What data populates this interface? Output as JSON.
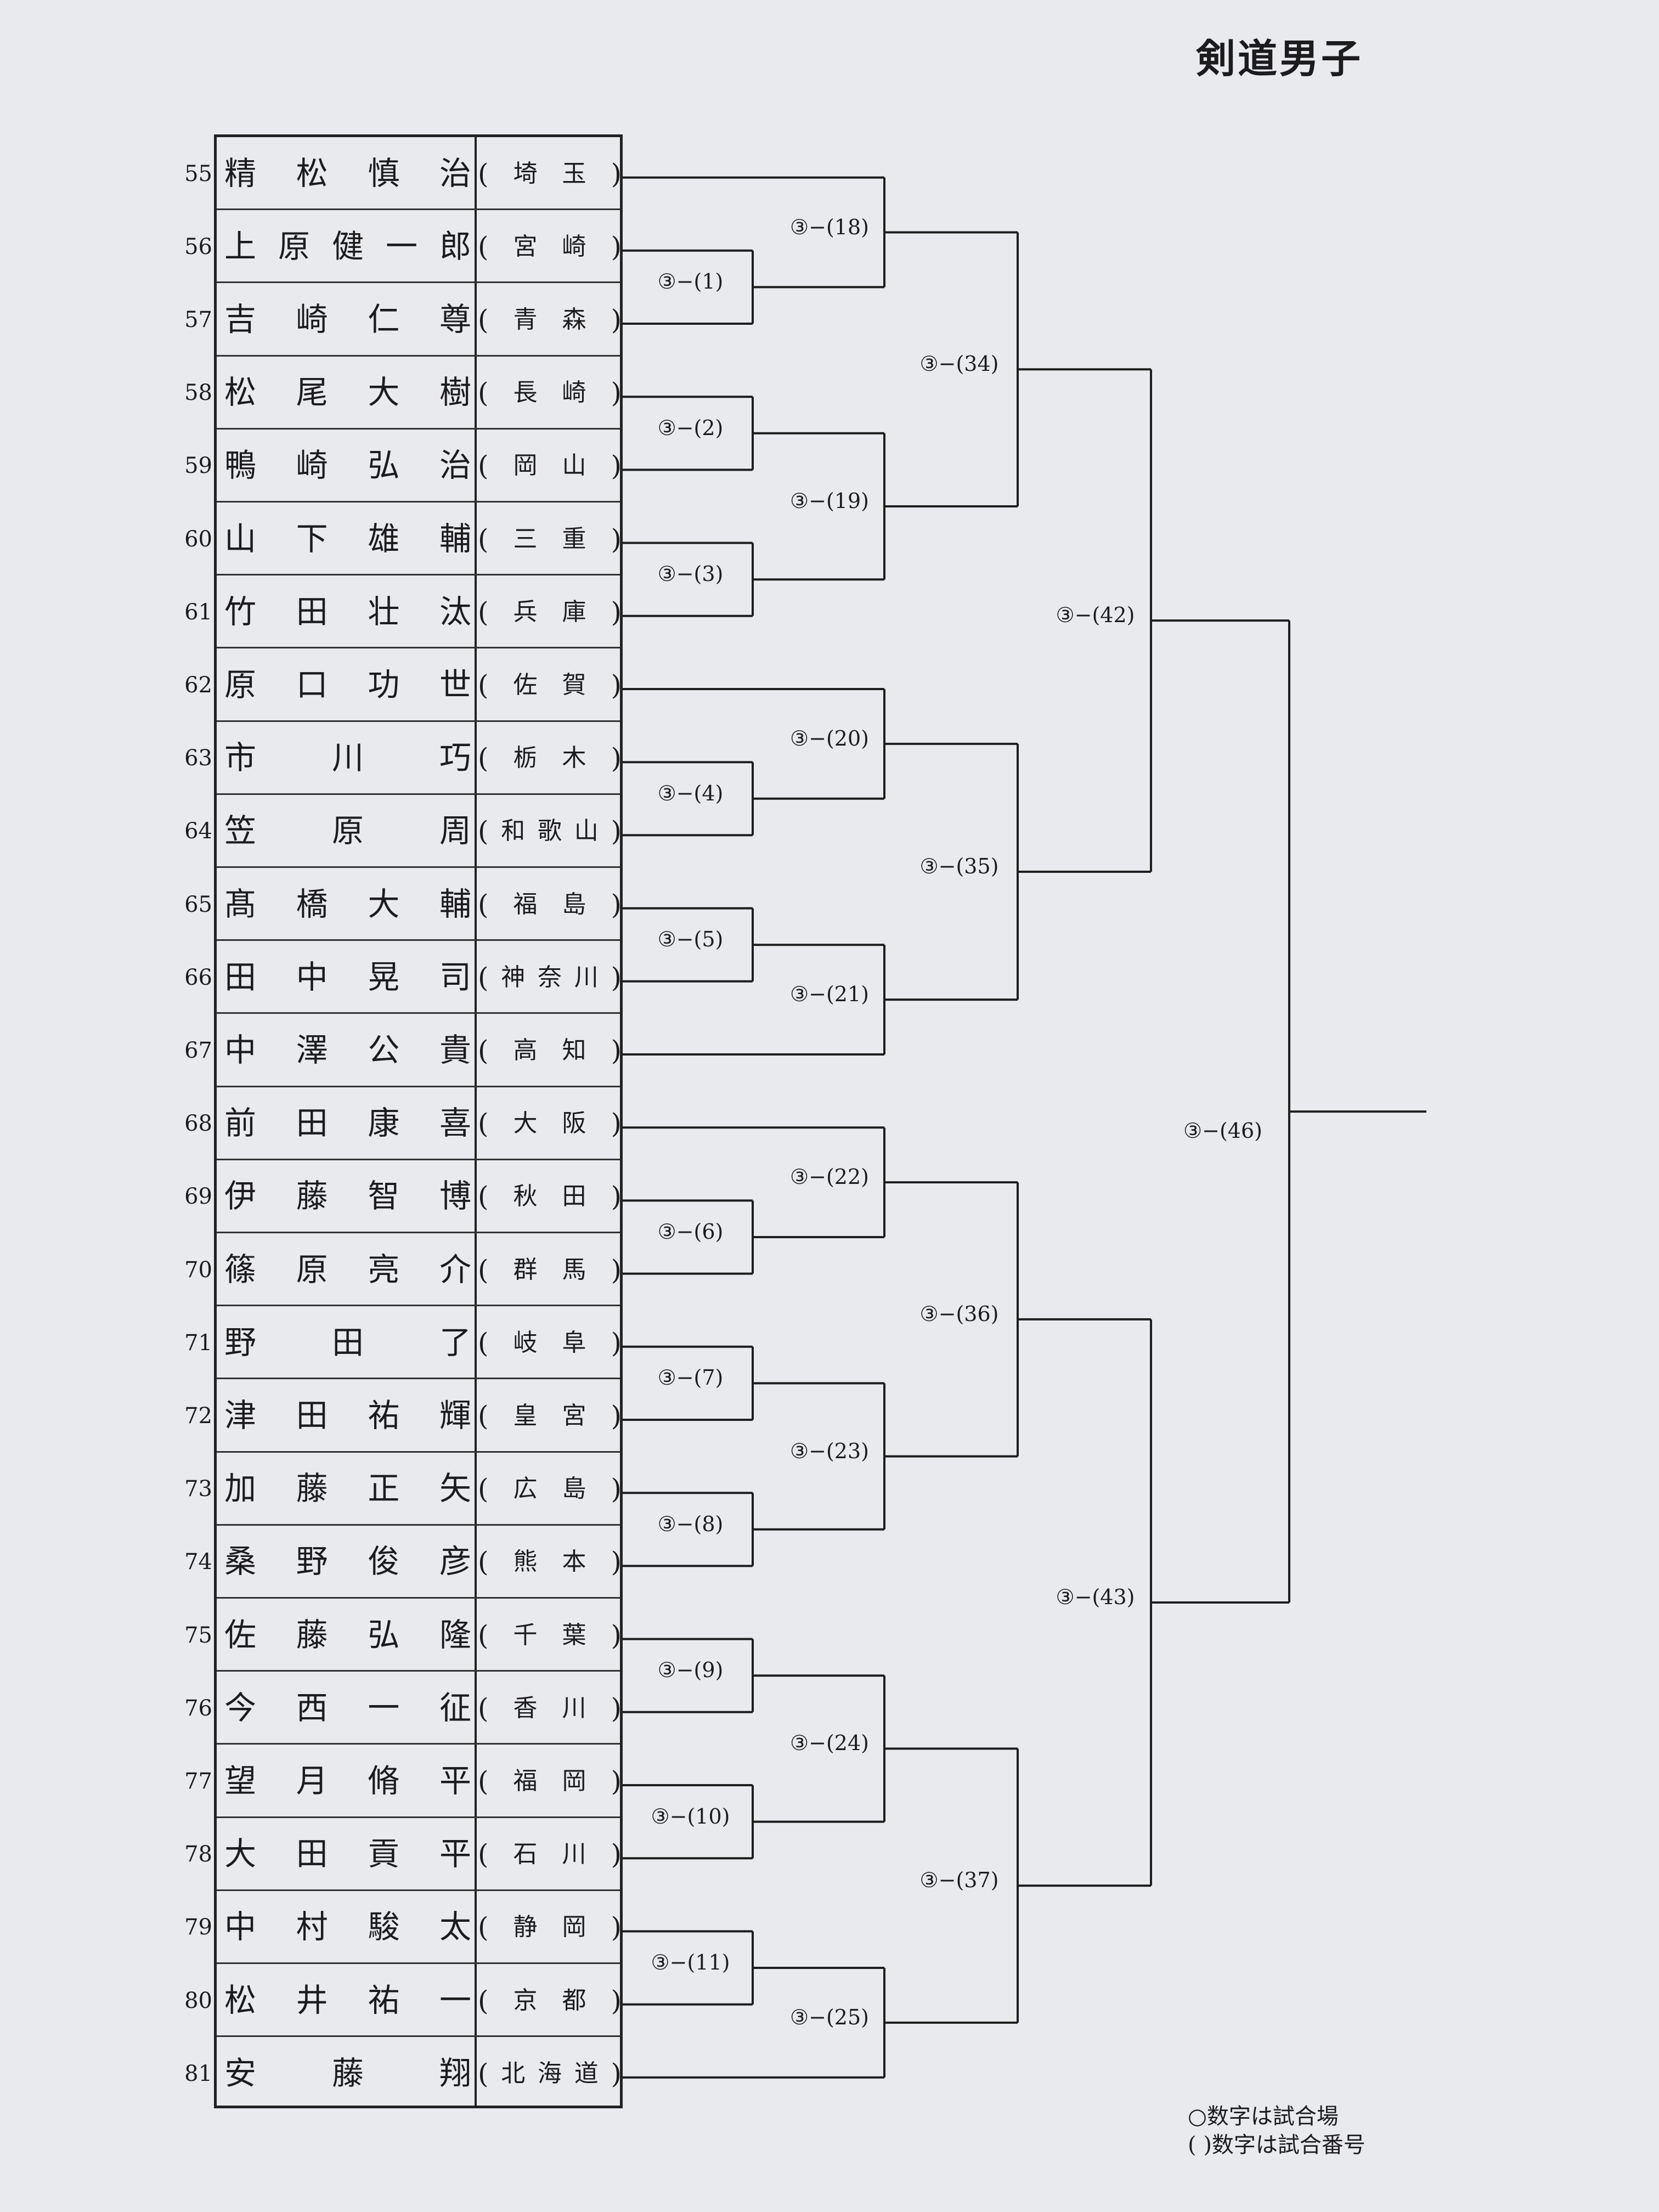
{
  "title": "剣道男子",
  "players": [
    {
      "no": "55",
      "name": "精松慎治",
      "pref": "埼玉"
    },
    {
      "no": "56",
      "name": "上原健一郎",
      "pref": "宮崎"
    },
    {
      "no": "57",
      "name": "吉崎仁尊",
      "pref": "青森"
    },
    {
      "no": "58",
      "name": "松尾大樹",
      "pref": "長崎"
    },
    {
      "no": "59",
      "name": "鴨崎弘治",
      "pref": "岡山"
    },
    {
      "no": "60",
      "name": "山下雄輔",
      "pref": "三重"
    },
    {
      "no": "61",
      "name": "竹田壮汰",
      "pref": "兵庫"
    },
    {
      "no": "62",
      "name": "原口功世",
      "pref": "佐賀"
    },
    {
      "no": "63",
      "name": "市川巧",
      "pref": "栃木"
    },
    {
      "no": "64",
      "name": "笠原周",
      "pref": "和歌山"
    },
    {
      "no": "65",
      "name": "髙橋大輔",
      "pref": "福島"
    },
    {
      "no": "66",
      "name": "田中晃司",
      "pref": "神奈川"
    },
    {
      "no": "67",
      "name": "中澤公貴",
      "pref": "高知"
    },
    {
      "no": "68",
      "name": "前田康喜",
      "pref": "大阪"
    },
    {
      "no": "69",
      "name": "伊藤智博",
      "pref": "秋田"
    },
    {
      "no": "70",
      "name": "篠原亮介",
      "pref": "群馬"
    },
    {
      "no": "71",
      "name": "野田了",
      "pref": "岐阜"
    },
    {
      "no": "72",
      "name": "津田祐輝",
      "pref": "皇宮"
    },
    {
      "no": "73",
      "name": "加藤正矢",
      "pref": "広島"
    },
    {
      "no": "74",
      "name": "桑野俊彦",
      "pref": "熊本"
    },
    {
      "no": "75",
      "name": "佐藤弘隆",
      "pref": "千葉"
    },
    {
      "no": "76",
      "name": "今西一征",
      "pref": "香川"
    },
    {
      "no": "77",
      "name": "望月脩平",
      "pref": "福岡"
    },
    {
      "no": "78",
      "name": "大田貢平",
      "pref": "石川"
    },
    {
      "no": "79",
      "name": "中村駿太",
      "pref": "静岡"
    },
    {
      "no": "80",
      "name": "松井祐一",
      "pref": "京都"
    },
    {
      "no": "81",
      "name": "安藤翔",
      "pref": "北海道"
    }
  ],
  "matches": {
    "m1": "③−(1)",
    "m2": "③−(2)",
    "m3": "③−(3)",
    "m4": "③−(4)",
    "m5": "③−(5)",
    "m6": "③−(6)",
    "m7": "③−(7)",
    "m8": "③−(8)",
    "m9": "③−(9)",
    "m10": "③−(10)",
    "m11": "③−(11)",
    "m18": "③−(18)",
    "m19": "③−(19)",
    "m20": "③−(20)",
    "m21": "③−(21)",
    "m22": "③−(22)",
    "m23": "③−(23)",
    "m24": "③−(24)",
    "m25": "③−(25)",
    "m34": "③−(34)",
    "m35": "③−(35)",
    "m36": "③−(36)",
    "m37": "③−(37)",
    "m42": "③−(42)",
    "m43": "③−(43)",
    "m46": "③−(46)"
  },
  "notes": {
    "line1": "○数字は試合場",
    "line2": "(  )数字は試合番号"
  }
}
